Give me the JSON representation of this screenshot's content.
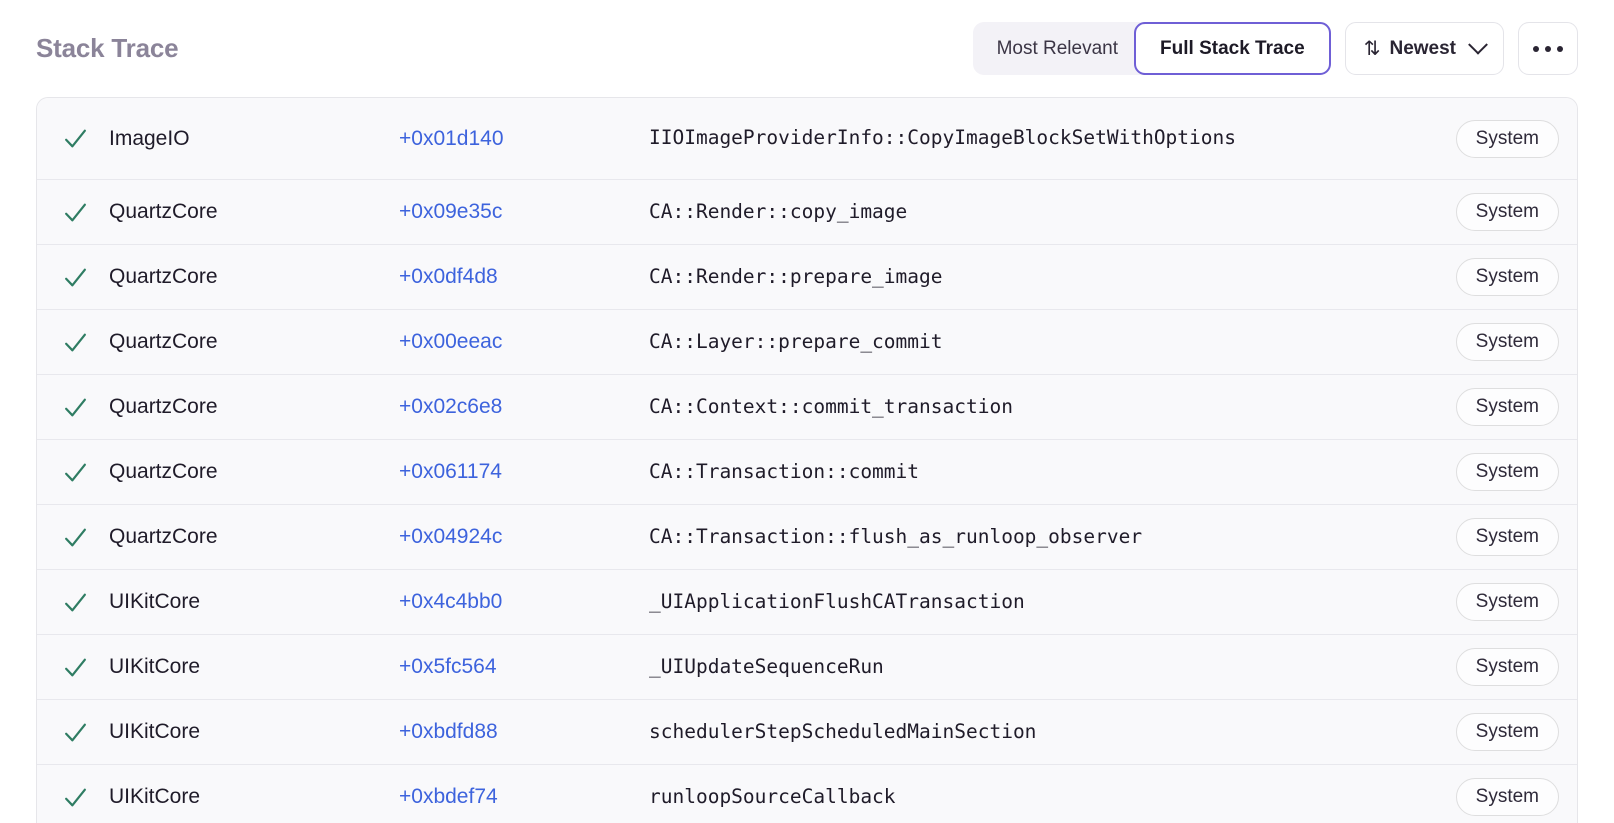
{
  "header": {
    "title": "Stack Trace",
    "segmented": {
      "options": [
        "Most Relevant",
        "Full Stack Trace"
      ],
      "selected": "Full Stack Trace"
    },
    "sort_button": {
      "icon": "sort-arrows-icon",
      "label": "Newest",
      "chevron": "chevron-down-icon"
    },
    "more_button": {
      "icon": "ellipsis-icon",
      "label": "…"
    }
  },
  "colors": {
    "accent": "#6f5fd6",
    "offset_link": "#3d63dd",
    "checkmark": "#2f7d63",
    "heading": "#8b8499",
    "row_background": "#f9f9fb",
    "segment_inactive_background": "#f3f2f7"
  },
  "table": {
    "badge_label": "System",
    "rows": [
      {
        "status": "checked",
        "module": "ImageIO",
        "offset": "+0x01d140",
        "symbol": "IIOImageProviderInfo::CopyImageBlockSetWithOptions",
        "badge": "System",
        "tall": true
      },
      {
        "status": "checked",
        "module": "QuartzCore",
        "offset": "+0x09e35c",
        "symbol": "CA::Render::copy_image",
        "badge": "System",
        "tall": false
      },
      {
        "status": "checked",
        "module": "QuartzCore",
        "offset": "+0x0df4d8",
        "symbol": "CA::Render::prepare_image",
        "badge": "System",
        "tall": false
      },
      {
        "status": "checked",
        "module": "QuartzCore",
        "offset": "+0x00eeac",
        "symbol": "CA::Layer::prepare_commit",
        "badge": "System",
        "tall": false
      },
      {
        "status": "checked",
        "module": "QuartzCore",
        "offset": "+0x02c6e8",
        "symbol": "CA::Context::commit_transaction",
        "badge": "System",
        "tall": false
      },
      {
        "status": "checked",
        "module": "QuartzCore",
        "offset": "+0x061174",
        "symbol": "CA::Transaction::commit",
        "badge": "System",
        "tall": false
      },
      {
        "status": "checked",
        "module": "QuartzCore",
        "offset": "+0x04924c",
        "symbol": "CA::Transaction::flush_as_runloop_observer",
        "badge": "System",
        "tall": false
      },
      {
        "status": "checked",
        "module": "UIKitCore",
        "offset": "+0x4c4bb0",
        "symbol": "_UIApplicationFlushCATransaction",
        "badge": "System",
        "tall": false
      },
      {
        "status": "checked",
        "module": "UIKitCore",
        "offset": "+0x5fc564",
        "symbol": "_UIUpdateSequenceRun",
        "badge": "System",
        "tall": false
      },
      {
        "status": "checked",
        "module": "UIKitCore",
        "offset": "+0xbdfd88",
        "symbol": "schedulerStepScheduledMainSection",
        "badge": "System",
        "tall": false
      },
      {
        "status": "checked",
        "module": "UIKitCore",
        "offset": "+0xbdef74",
        "symbol": "runloopSourceCallback",
        "badge": "System",
        "tall": false
      }
    ]
  }
}
